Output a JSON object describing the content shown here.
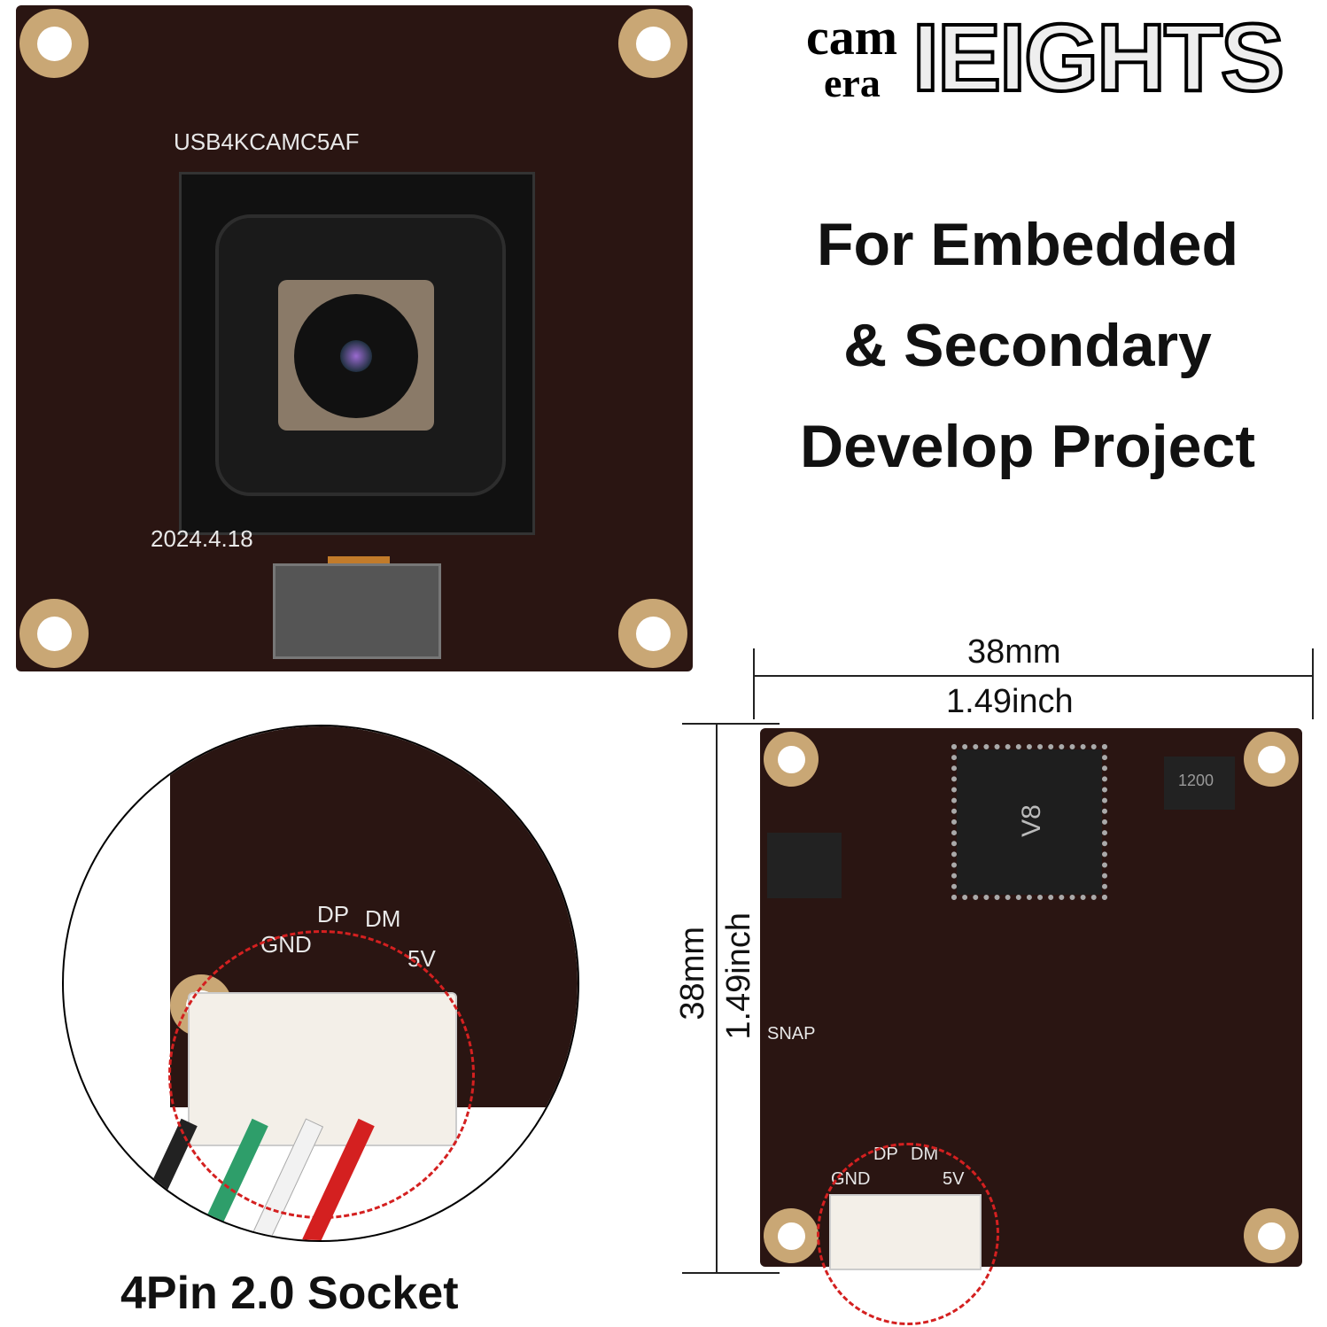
{
  "brand": {
    "logo_text": "camera IEIGHTS",
    "logo_small": [
      "cam",
      "era"
    ],
    "logo_big": "IEIGHTS"
  },
  "headline": [
    "For Embedded",
    "& Secondary",
    "Develop Project"
  ],
  "front_board": {
    "model": "USB4KCAMC5AF",
    "date": "2024.4.18"
  },
  "socket_zoom": {
    "labels": {
      "dp": "DP",
      "dm": "DM",
      "gnd": "GND",
      "v5": "5V"
    },
    "caption": "4Pin 2.0 Socket",
    "wire_colors": [
      "#222222",
      "#2e9e6a",
      "#f2f2f2",
      "#d42020"
    ]
  },
  "back_board": {
    "width_mm": "38mm",
    "width_inch": "1.49inch",
    "height_mm": "38mm",
    "height_inch": "1.49inch",
    "chip_label": "V8",
    "ic_label": "1200",
    "snap_label": "SNAP",
    "labels": {
      "dp": "DP",
      "dm": "DM",
      "gnd": "GND",
      "v5": "5V"
    }
  },
  "colors": {
    "pcb": "#2a1512",
    "pad_gold": "#c9a775",
    "dashed_circle": "#d42020"
  }
}
